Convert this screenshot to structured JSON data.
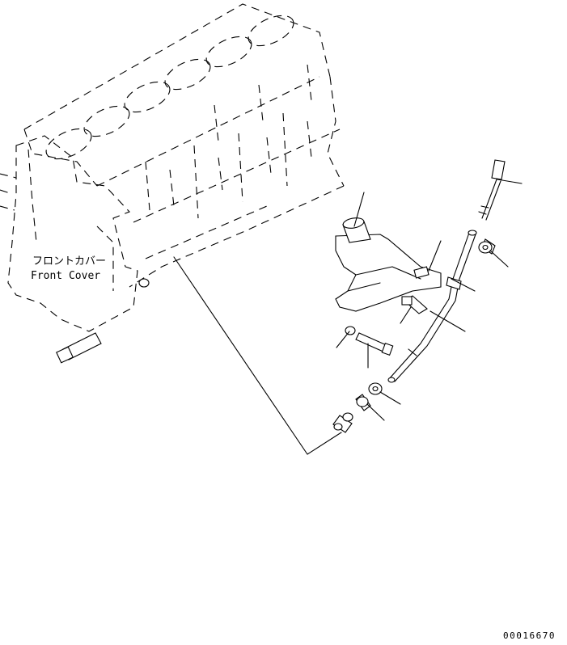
{
  "labels": {
    "front_cover_jp": "フロントカバー",
    "front_cover_en": "Front Cover",
    "drawing_number": "00016670"
  },
  "colors": {
    "line": "#000000",
    "background": "#ffffff"
  }
}
